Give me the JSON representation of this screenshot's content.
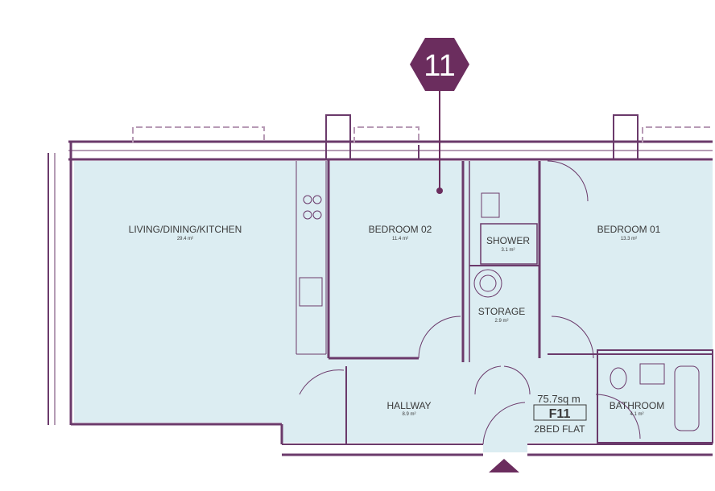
{
  "unit_number": "11",
  "rooms": [
    {
      "name": "LIVING/DINING/KITCHEN",
      "area": "29.4 m²"
    },
    {
      "name": "BEDROOM 02",
      "area": "11.4 m²"
    },
    {
      "name": "BEDROOM 01",
      "area": "13.3 m²"
    },
    {
      "name": "SHOWER",
      "area": "3.1 m²"
    },
    {
      "name": "STORAGE",
      "area": "2.9 m²"
    },
    {
      "name": "HALLWAY",
      "area": "8.9 m²"
    },
    {
      "name": "BATHROOM",
      "area": "4.1 m²"
    }
  ],
  "flat": {
    "total_area": "75.7sq m",
    "code": "F11",
    "type": "2BED FLAT"
  },
  "colors": {
    "wall": "#6b3a6b",
    "floor": "#dcedf2",
    "marker": "#6b2d5e"
  }
}
